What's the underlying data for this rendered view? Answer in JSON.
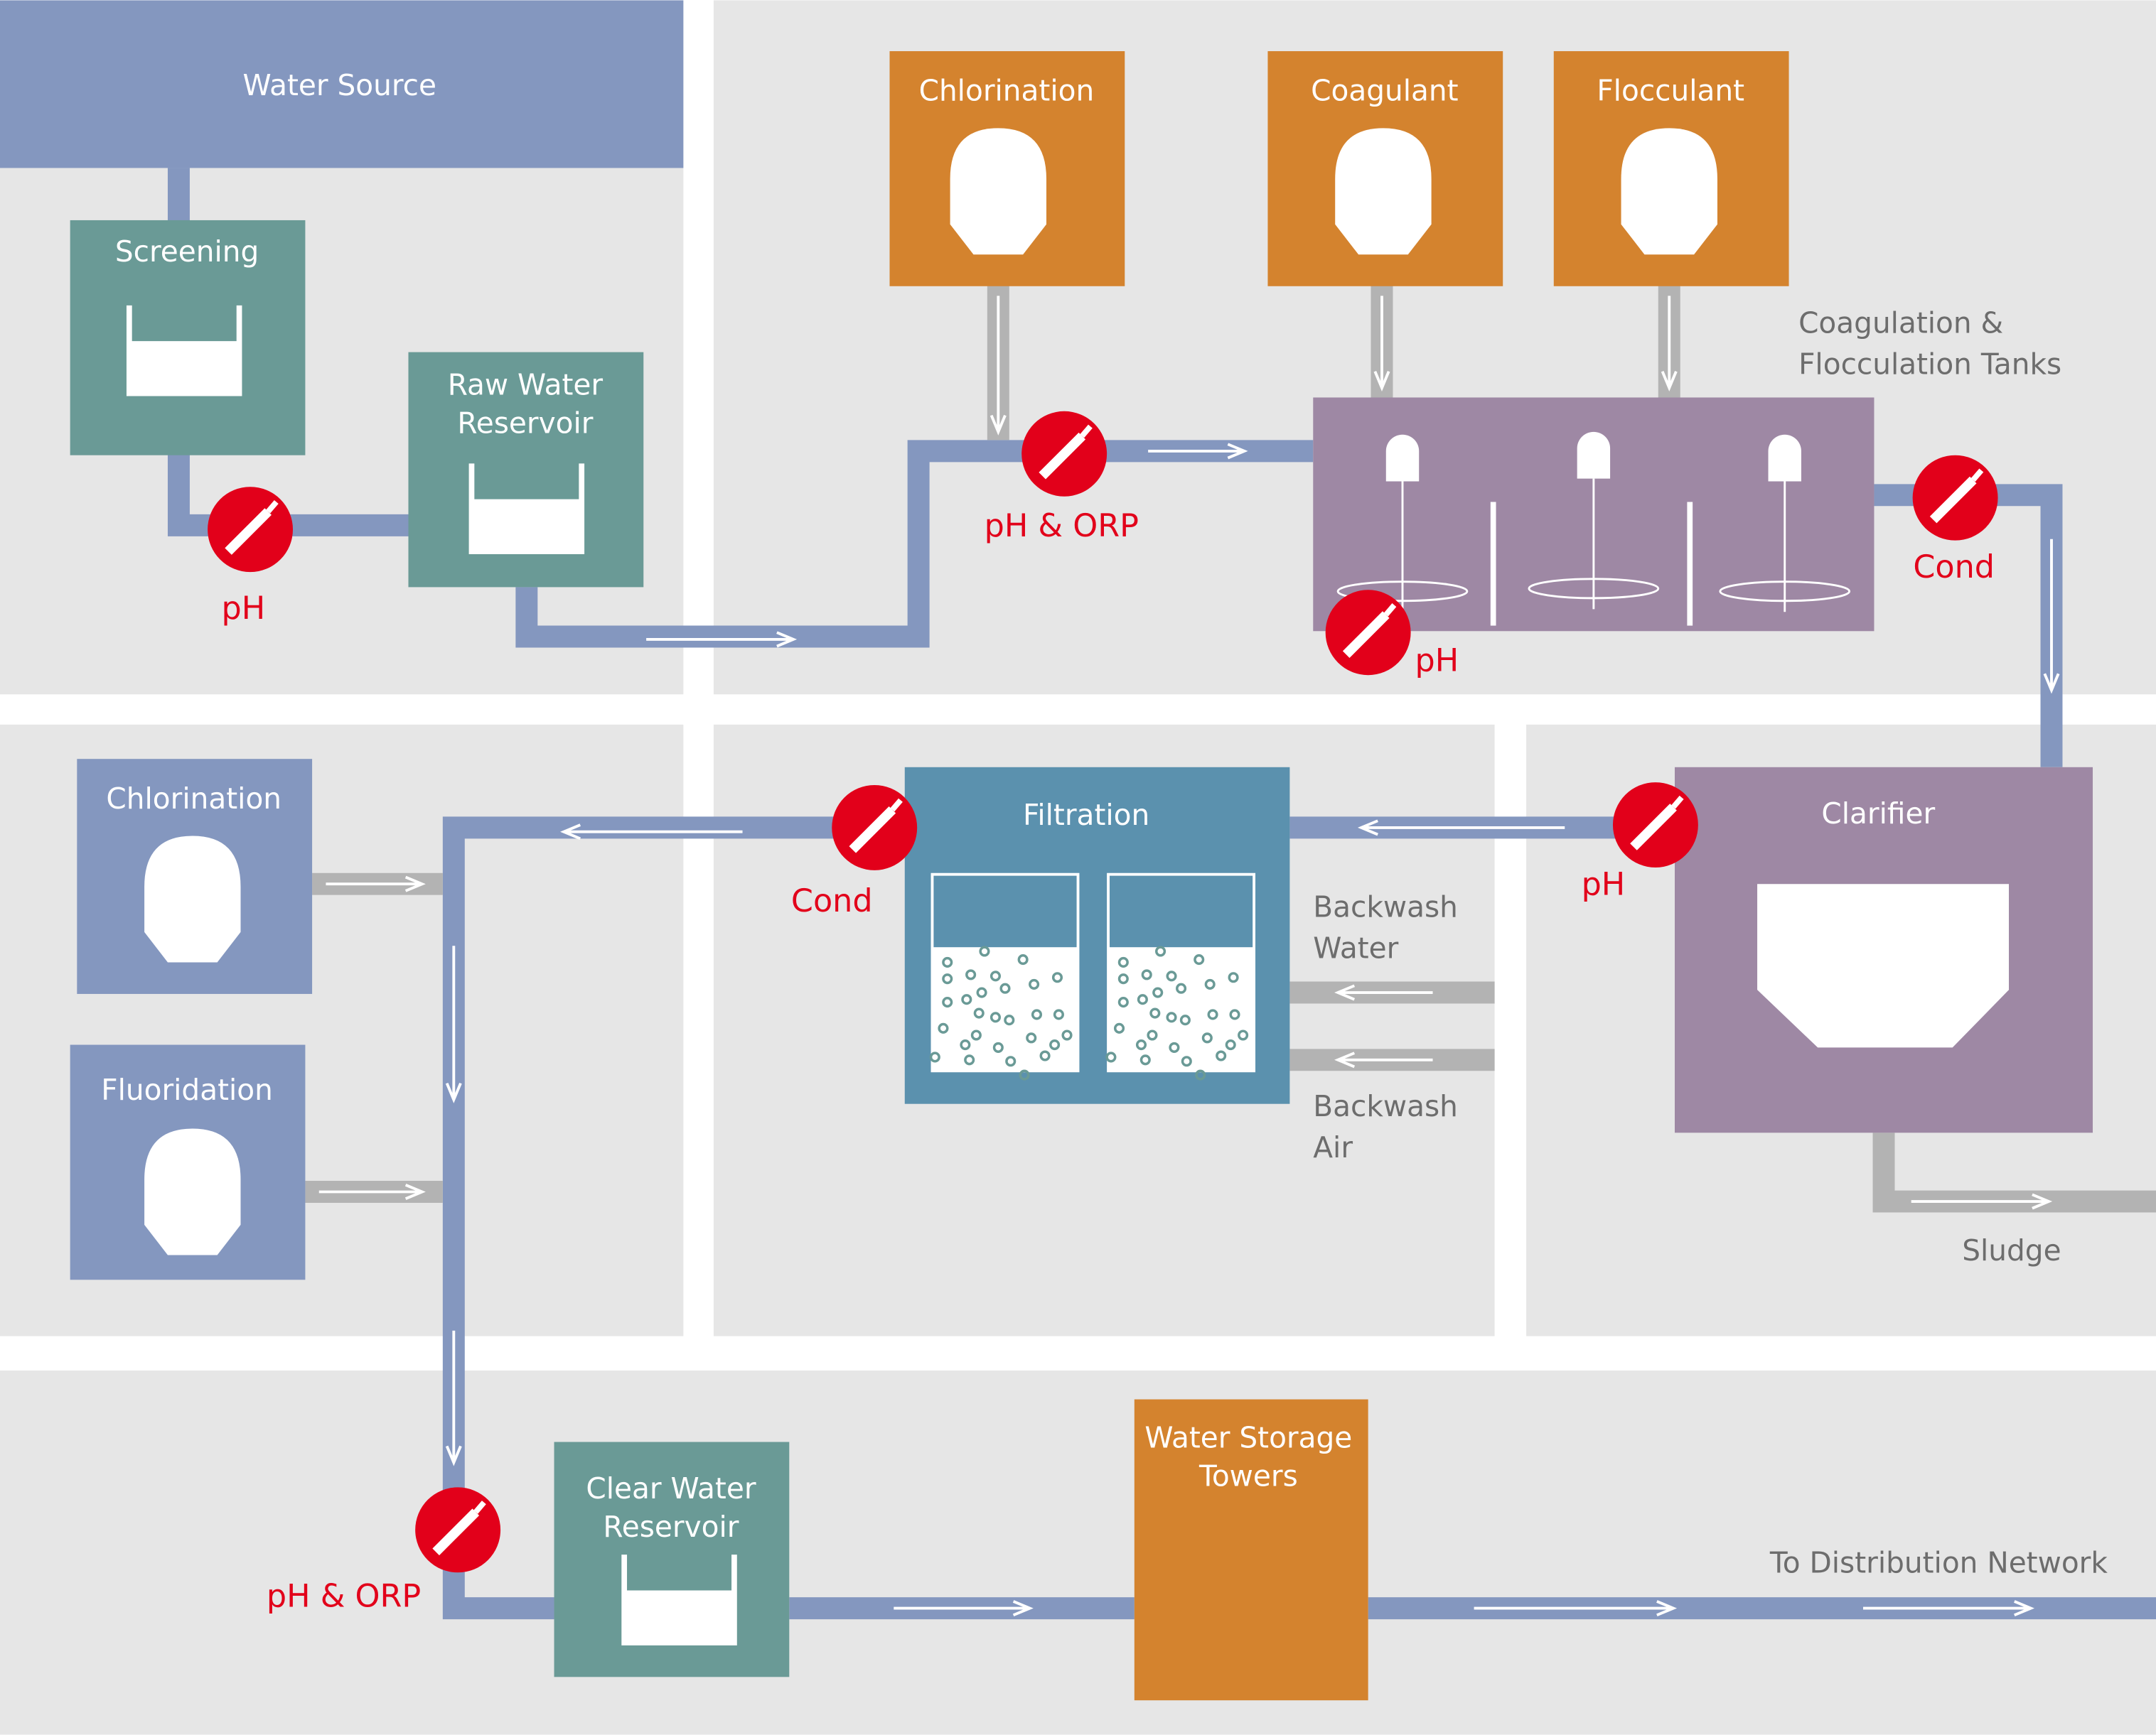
{
  "units": {
    "water_source": "Water Source",
    "screening": "Screening",
    "raw_water_reservoir": [
      "Raw Water",
      "Reservoir"
    ],
    "chlorination_top": "Chlorination",
    "coagulant": "Coagulant",
    "flocculant": "Flocculant",
    "coag_floc_tanks": [
      "Coagulation &",
      "Flocculation Tanks"
    ],
    "clarifier": "Clarifier",
    "sludge": "Sludge",
    "filtration": "Filtration",
    "backwash_water": [
      "Backwash",
      "Water"
    ],
    "backwash_air": [
      "Backwash",
      "Air"
    ],
    "chlorination_bottom": "Chlorination",
    "fluoridation": "Fluoridation",
    "clear_water_reservoir": [
      "Clear Water",
      "Reservoir"
    ],
    "water_storage_towers": [
      "Water Storage",
      "Towers"
    ],
    "distribution": "To Distribution Network"
  },
  "sensors": {
    "s1": "pH",
    "s2": "pH & ORP",
    "s3": "pH",
    "s4": "Cond",
    "s5": "pH",
    "s6": "Cond",
    "s7": "pH & ORP"
  },
  "colors": {
    "background_panel": "#e6e6e6",
    "pipe_water": "#8497bf",
    "pipe_utility": "#b3b3b3",
    "reservoir_teal": "#6a9a96",
    "chemical_orange": "#d4832e",
    "tank_purple": "#9e88a4",
    "filtration_blue": "#5b91ae",
    "sensor_red": "#e2001a"
  }
}
